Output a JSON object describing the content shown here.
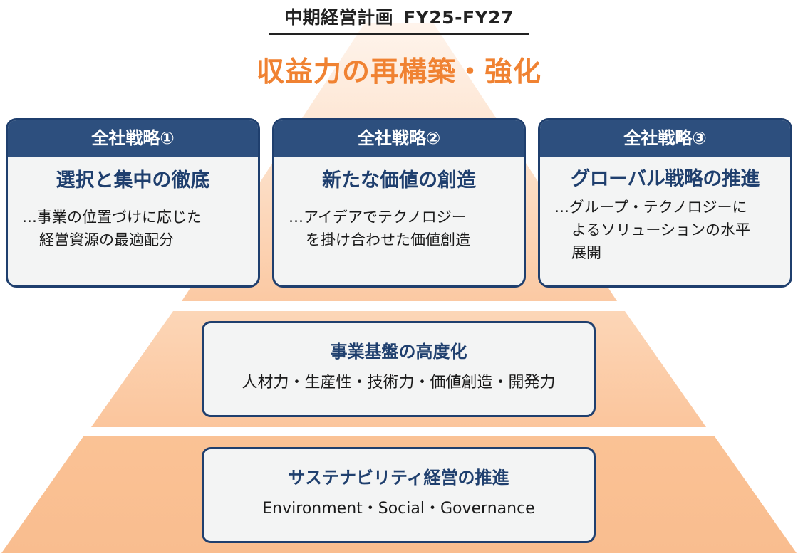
{
  "header": {
    "title": "中期経営計画",
    "period": "FY25-FY27"
  },
  "main_goal": "収益力の再構築・強化",
  "strategies": [
    {
      "label": "全社戦略①",
      "title": "選択と集中の徹底",
      "desc_line1": "…事業の位置づけに応じた",
      "desc_line2": "経営資源の最適配分",
      "desc_line3": ""
    },
    {
      "label": "全社戦略②",
      "title": "新たな価値の創造",
      "desc_line1": "…アイデアでテクノロジー",
      "desc_line2": "を掛け合わせた価値創造",
      "desc_line3": ""
    },
    {
      "label": "全社戦略③",
      "title": "グローバル戦略の推進",
      "desc_line1": "…グループ・テクノロジーに",
      "desc_line2": "よるソリューションの水平",
      "desc_line3": "展開"
    }
  ],
  "foundation": {
    "title": "事業基盤の高度化",
    "subtitle": "人材力・生産性・技術力・価値創造・開発力"
  },
  "sustainability": {
    "title": "サステナビリティ経営の推進",
    "subtitle": "Environment・Social・Governance"
  },
  "colors": {
    "accent_orange": "#f08232",
    "navy": "#2d4f7e",
    "navy_border": "#1f3f6e",
    "card_bg": "#f3f4f4",
    "pyramid_light": "#fde9d8",
    "pyramid_dark": "#f9bd8f"
  }
}
